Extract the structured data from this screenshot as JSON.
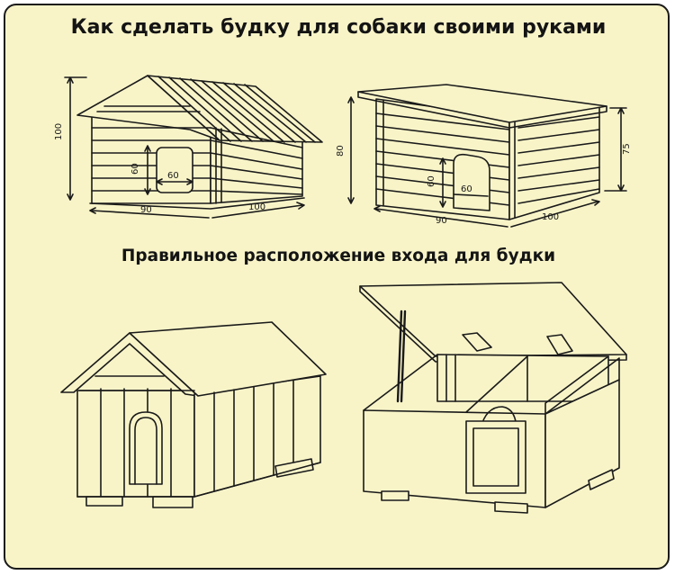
{
  "title": "Как сделать будку для собаки своими руками",
  "subtitle": "Правильное расположение входа для будки",
  "dimensions": {
    "house1_height": "100",
    "house1_door_height": "60",
    "house1_door_width": "60",
    "house1_front_width": "90",
    "house1_side_length": "100",
    "house2_front_height": "80",
    "house2_back_height": "75",
    "house2_door_height": "60",
    "house2_door_width": "60",
    "house2_front_width": "90",
    "house2_side_length": "100"
  },
  "colors": {
    "background": "#f8f4c8",
    "ink": "#1a1a1a"
  }
}
